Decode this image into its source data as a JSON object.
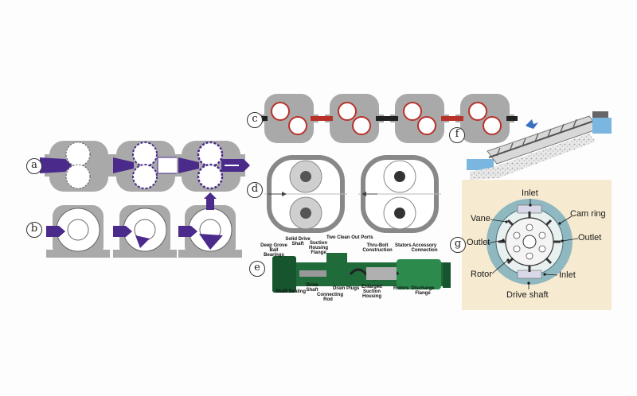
{
  "panels": {
    "a": "a",
    "b": "b",
    "c": "c",
    "d": "d",
    "e": "e",
    "f": "f",
    "g": "g"
  },
  "screw_pump_labels": {
    "solid_drive_shaft": "Solid Drive Shaft",
    "deep_grove_ball_bearings": "Deep Grove Ball Bearings",
    "suction_housing_flange": "Suction Housing Flange",
    "two_clean_out_ports": "Two Clean Out Ports",
    "thru_bolt_construction": "Thru-Bolt Construction",
    "stators": "Stators",
    "accessory_connection": "Accessory Connection",
    "shaft_sealing": "Shaft Sealing",
    "drive_shaft": "Drive Shaft",
    "connecting_rod": "Connecting Rod",
    "drain_plugs": "Drain Plugs",
    "enlarged_suction_housing": "Enlarged Suction Housing",
    "rotors": "Rotors",
    "discharge_flange": "Discharge Flange"
  },
  "vane_pump_labels": {
    "inlet_top": "Inlet",
    "cam_ring": "Cam ring",
    "vane": "Vane",
    "outlet_left": "Outlet",
    "outlet_right": "Outlet",
    "rotor": "Rotor",
    "inlet_bottom": "Inlet",
    "drive_shaft": "Drive shaft"
  },
  "colors": {
    "casing_gray": "#a9a9a9",
    "flow_purple": "#4a2a8a",
    "lobe_red": "#b8322a",
    "screw_green": "#1f6b3a",
    "vane_panel_bg": "#f6ead0",
    "vane_ring_teal": "#8fb8c0",
    "water_blue": "#7ab6e0"
  }
}
